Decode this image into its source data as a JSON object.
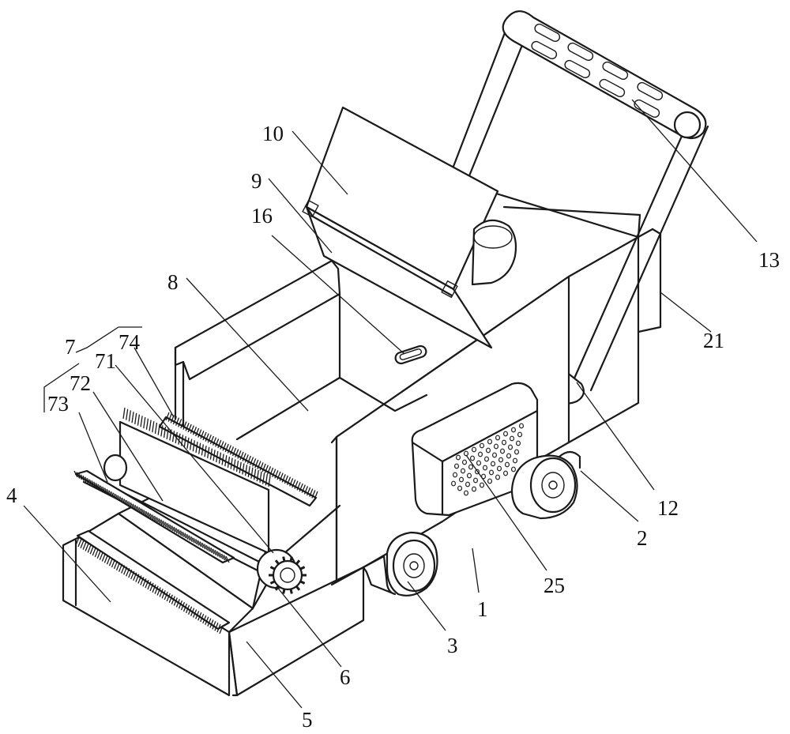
{
  "labels": [
    {
      "id": "1",
      "text": "1"
    },
    {
      "id": "2",
      "text": "2"
    },
    {
      "id": "3",
      "text": "3"
    },
    {
      "id": "4",
      "text": "4"
    },
    {
      "id": "5",
      "text": "5"
    },
    {
      "id": "6",
      "text": "6"
    },
    {
      "id": "7",
      "text": "7"
    },
    {
      "id": "8",
      "text": "8"
    },
    {
      "id": "9",
      "text": "9"
    },
    {
      "id": "10",
      "text": "10"
    },
    {
      "id": "12",
      "text": "12"
    },
    {
      "id": "13",
      "text": "13"
    },
    {
      "id": "16",
      "text": "16"
    },
    {
      "id": "21",
      "text": "21"
    },
    {
      "id": "25",
      "text": "25"
    },
    {
      "id": "71",
      "text": "71"
    },
    {
      "id": "72",
      "text": "72"
    },
    {
      "id": "73",
      "text": "73"
    },
    {
      "id": "74",
      "text": "74"
    }
  ]
}
